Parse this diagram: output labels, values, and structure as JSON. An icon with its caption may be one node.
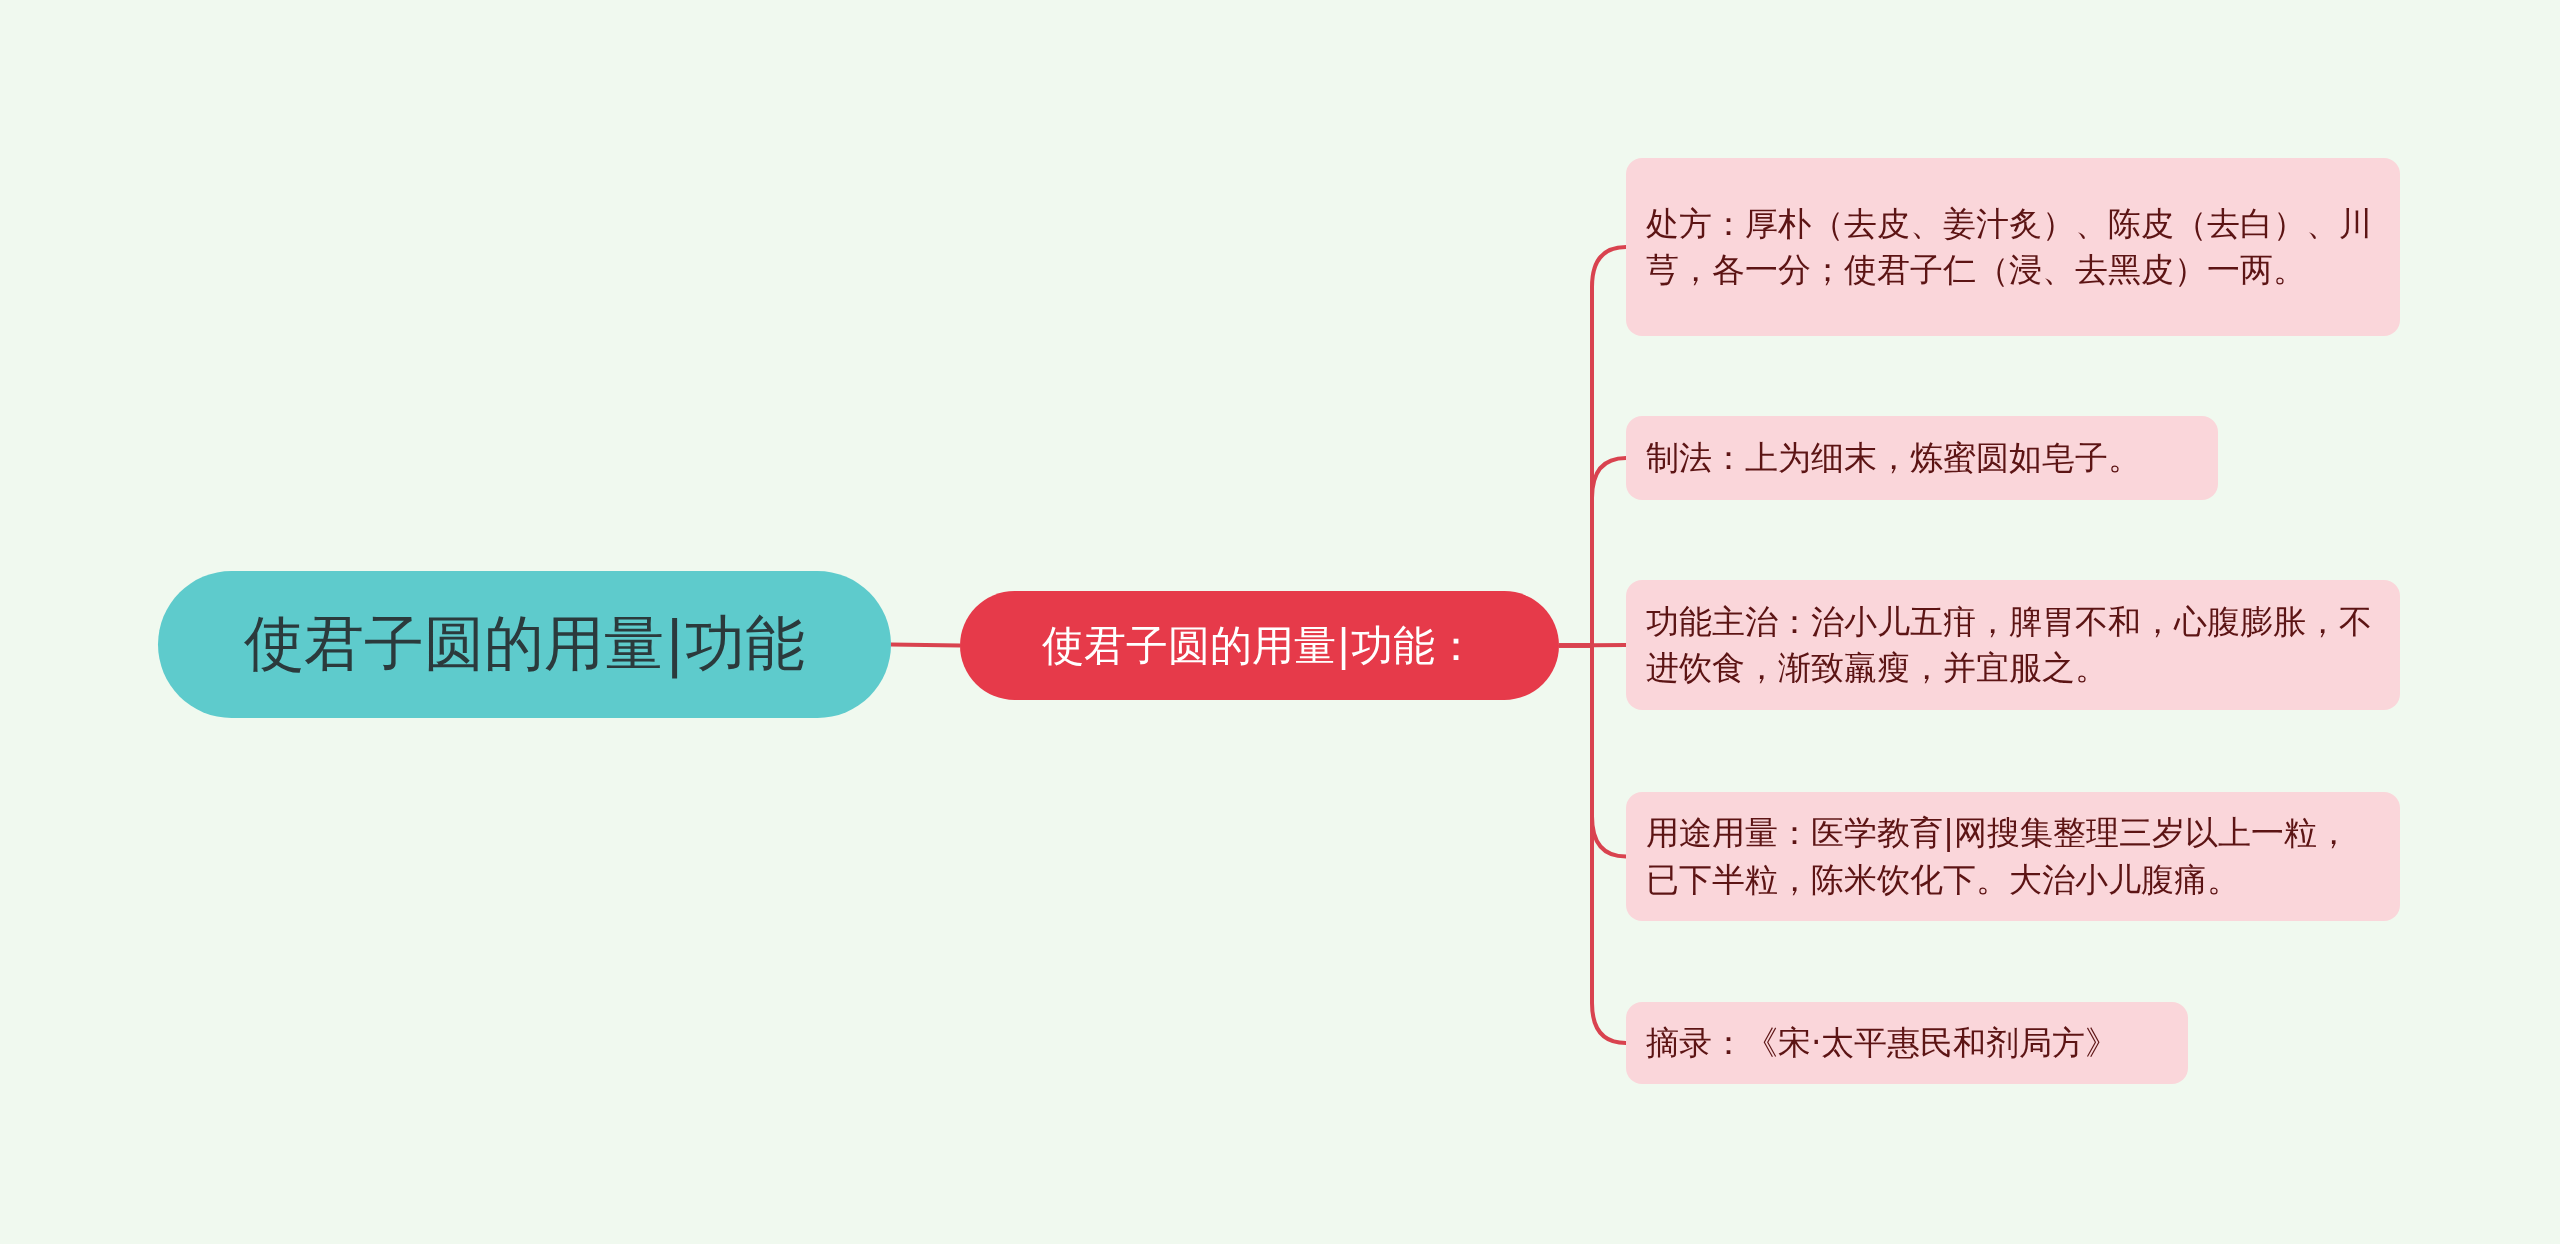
{
  "diagram": {
    "nodes": [
      {
        "text": [
          "使君子圆的用量|功能"
        ]
      },
      {
        "text": [
          "使君子圆的用量|功能："
        ]
      },
      {
        "text": [
          "处方：厚朴（去皮、姜汁炙）、陈皮（去白）、川芎，各一分；使君子仁（浸、去黑皮）一两。"
        ]
      },
      {
        "text": [
          "制法：上为细末，炼蜜圆如皂子。"
        ]
      },
      {
        "text": [
          "功能主治：治小儿五疳，脾胃不和，心腹膨胀，不进饮食，渐致羸瘦，并宜服之。"
        ]
      },
      {
        "text": [
          "用途用量：医学教育|网搜集整理三岁以上一粒，已下半粒，陈米饮化下。大治小儿腹痛。"
        ]
      },
      {
        "text": [
          "摘录：《宋·太平惠民和剂局方》"
        ]
      }
    ],
    "edges": [
      {
        "from": 0,
        "to": 1,
        "arrow": "none"
      },
      {
        "from": 1,
        "to": 2,
        "arrow": "none"
      },
      {
        "from": 1,
        "to": 3,
        "arrow": "none"
      },
      {
        "from": 1,
        "to": 4,
        "arrow": "none"
      },
      {
        "from": 1,
        "to": 5,
        "arrow": "none"
      },
      {
        "from": 1,
        "to": 6,
        "arrow": "none"
      }
    ]
  }
}
